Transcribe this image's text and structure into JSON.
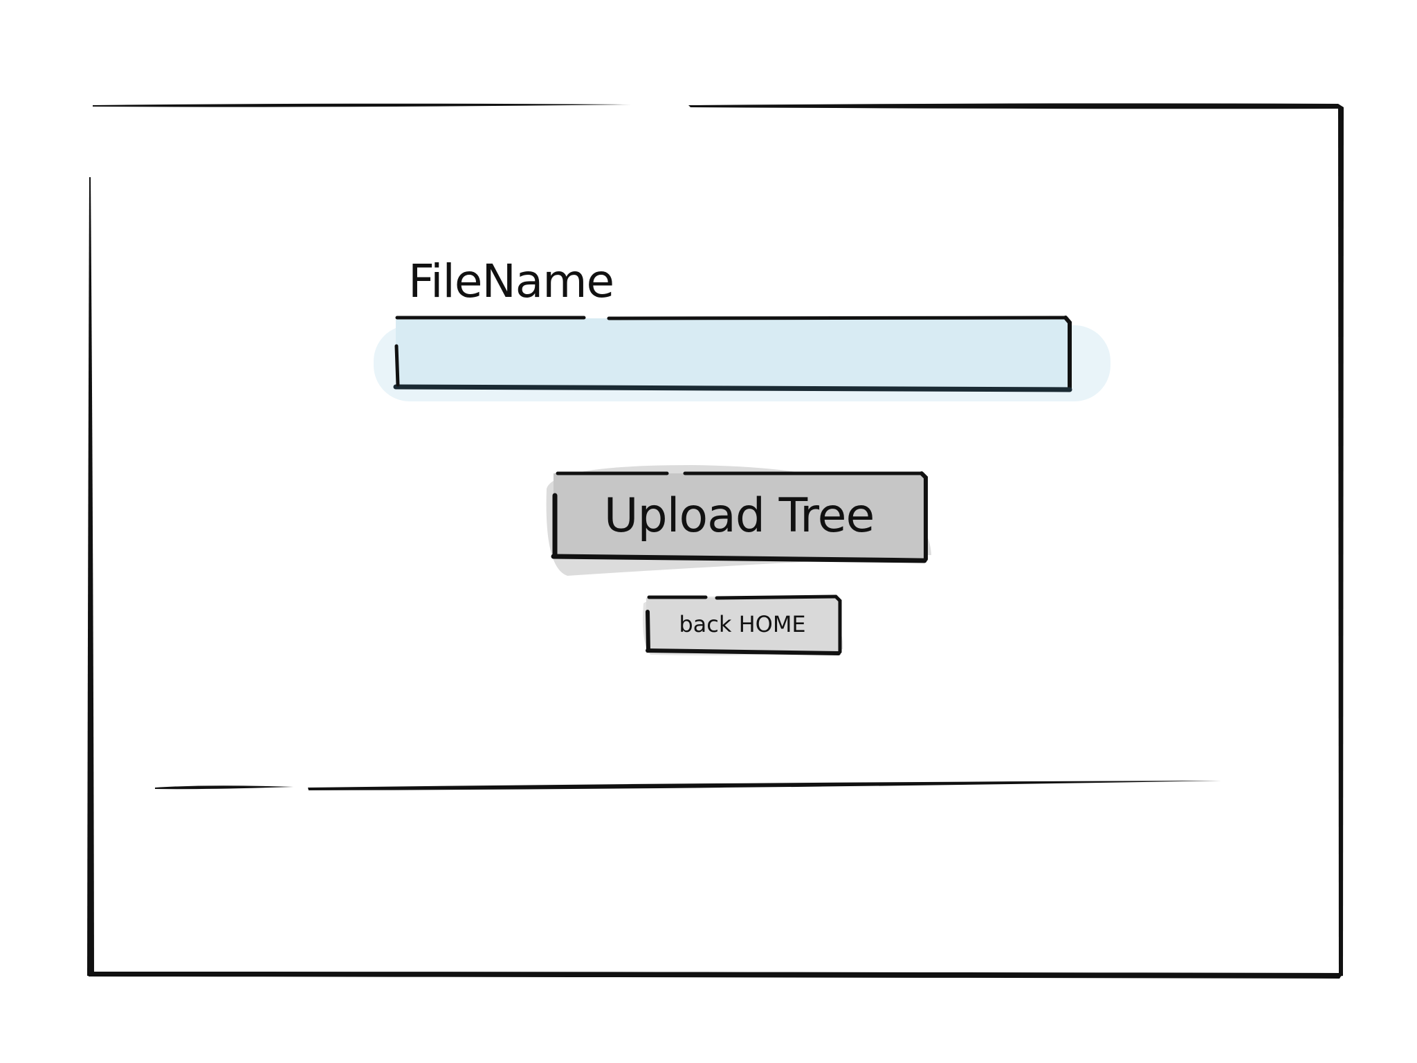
{
  "form": {
    "filename_label": "FileName",
    "filename_value": "",
    "upload_button_label": "Upload Tree",
    "home_button_label": "back HOME"
  },
  "colors": {
    "input_fill": "#d8ebf3",
    "input_glow": "#e9f4f9",
    "button_fill": "#c6c6c6",
    "button_shadow": "#dcdcdc",
    "small_button_fill": "#d9d9d9",
    "stroke": "#111111"
  }
}
